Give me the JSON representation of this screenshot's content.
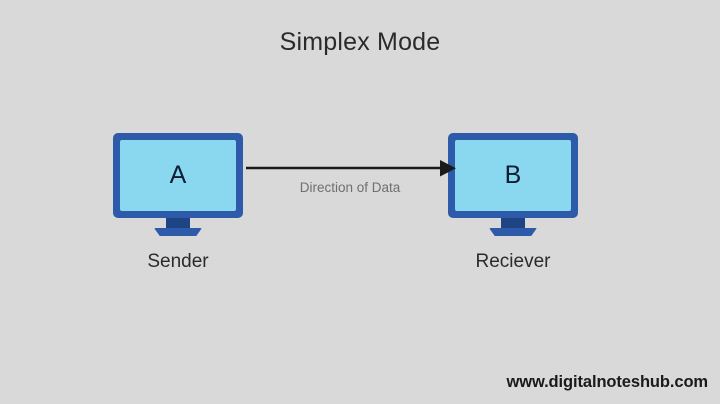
{
  "title": "Simplex Mode",
  "background_color": "#d9d9d9",
  "palette": {
    "monitor_frame": "#2d5ba9",
    "monitor_screen": "#8ad7f0",
    "monitor_neck": "#1f4483",
    "arrow": "#1a1a1a",
    "title_text": "#2b2b2b",
    "label_text": "#2b2b2b",
    "arrow_label_text": "#6f6f6f",
    "watermark_text": "#1a1a1a"
  },
  "nodes": [
    {
      "id": "sender",
      "screen_letter": "A",
      "label": "Sender",
      "icon": "monitor-icon"
    },
    {
      "id": "receiver",
      "screen_letter": "B",
      "label": "Reciever",
      "icon": "monitor-icon"
    }
  ],
  "connection": {
    "label": "Direction of Data",
    "from": "sender",
    "to": "receiver",
    "direction": "one-way",
    "arrow_icon": "arrow-right-icon"
  },
  "watermark": "www.digitalnoteshub.com"
}
